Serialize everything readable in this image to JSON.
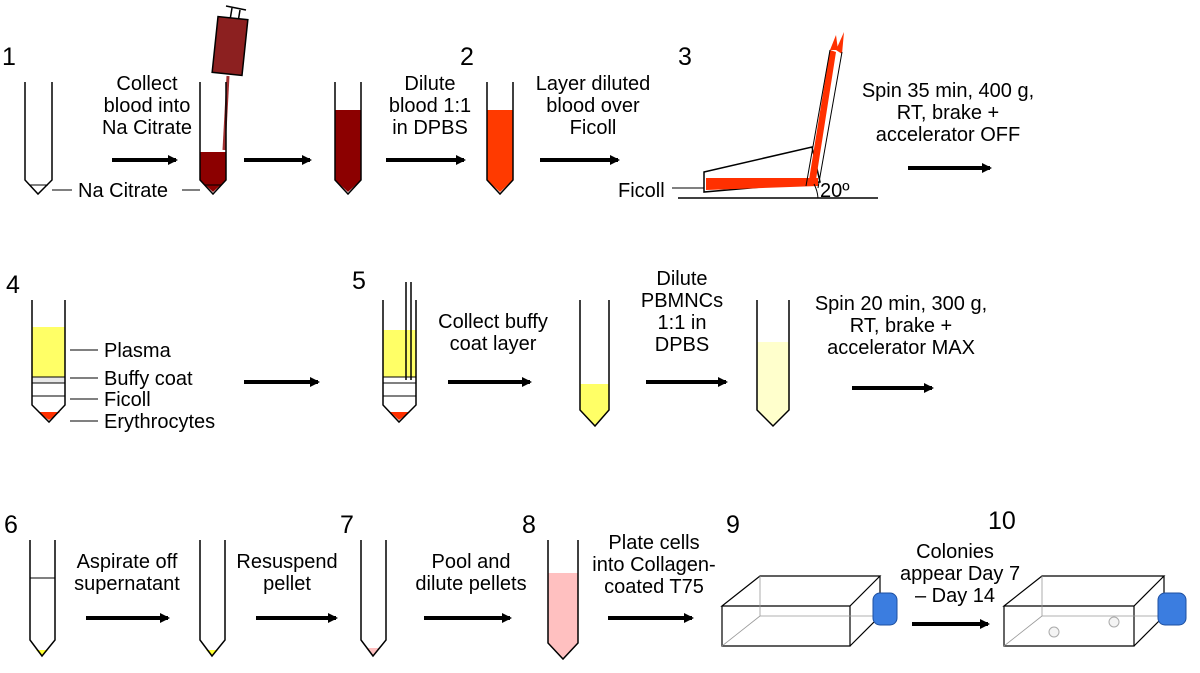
{
  "steps": [
    "1",
    "2",
    "3",
    "4",
    "5",
    "6",
    "7",
    "8",
    "9",
    "10"
  ],
  "row1": {
    "collect": "Collect\nblood into\nNa Citrate",
    "na_citrate": "Na Citrate",
    "dilute": "Dilute\nblood 1:1\nin DPBS",
    "layer": "Layer diluted\nblood over\nFicoll",
    "ficoll": "Ficoll",
    "angle": "20º",
    "spin": "Spin 35 min, 400 g,\nRT, brake +\naccelerator OFF"
  },
  "row2": {
    "plasma": "Plasma",
    "buffy": "Buffy coat",
    "ficoll": "Ficoll",
    "erythrocytes": "Erythrocytes",
    "collect_buffy": "Collect buffy\ncoat layer",
    "dilute_pbmnc": "Dilute\nPBMNCs\n1:1 in\nDPBS",
    "spin": "Spin 20 min, 300 g,\nRT, brake +\naccelerator MAX"
  },
  "row3": {
    "aspirate": "Aspirate off\nsupernatant",
    "resuspend": "Resuspend\npellet",
    "pool": "Pool and\ndilute pellets",
    "plate": "Plate cells\ninto Collagen-\ncoated T75",
    "colonies": "Colonies\nappear Day 7\n– Day 14"
  },
  "colors": {
    "blood_dark": "#8c0000",
    "blood_diluted": "#ff3a00",
    "plasma": "#ffff66",
    "pbmnc_suspension": "#ffffcc",
    "pellet_pink": "#ffc0c0",
    "cap_blue": "#3b7de0"
  }
}
